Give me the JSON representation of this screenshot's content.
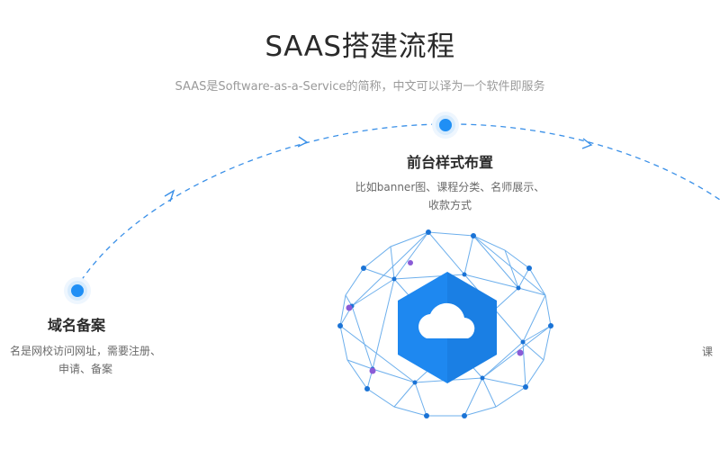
{
  "header": {
    "title": "SAAS搭建流程",
    "subtitle": "SAAS是Software-as-a-Service的简称，中文可以译为一个软件即服务"
  },
  "steps": [
    {
      "title": "域名备案",
      "desc_line1": "名是网校访问网址，需要注册、",
      "desc_line2": "申请、备案"
    },
    {
      "title": "前台样式布置",
      "desc_line1": "比如banner图、课程分类、名师展示、",
      "desc_line2": "收款方式"
    },
    {
      "partial_text": "课"
    }
  ],
  "icons": {
    "center": "cloud-icon"
  },
  "colors": {
    "accent": "#1f8ff5",
    "hexagon": "#1e88f0",
    "mesh_line": "#2d8fe6",
    "mesh_node": "#1a73d6",
    "mesh_node_purple": "#8a5bd6"
  }
}
